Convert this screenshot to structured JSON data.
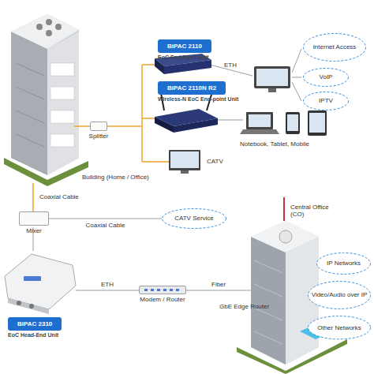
{
  "diagram": {
    "nodes": [
      {
        "text": [
          "BiPAC 2110",
          "EoC End-Point Unit"
        ]
      },
      {
        "text": [
          "Internet Access"
        ]
      },
      {
        "text": [
          "VoIP"
        ]
      },
      {
        "text": [
          "IPTV"
        ]
      },
      {
        "text": [
          "BiPAC 2110N R2",
          "Wireless-N EoC End-point Unit"
        ]
      },
      {
        "text": [
          "Splitter"
        ]
      },
      {
        "text": [
          "Mixer"
        ]
      },
      {
        "text": [
          "CATV Service"
        ]
      },
      {
        "text": [
          "BiPAC 2310",
          "EoC Head-End Unit"
        ]
      },
      {
        "text": [
          "Modem / Router"
        ]
      },
      {
        "text": [
          "IP Networks"
        ]
      },
      {
        "text": [
          "Video/Audio over IP"
        ]
      },
      {
        "text": [
          "Other Networks"
        ]
      }
    ],
    "edges": [
      {
        "from": 6,
        "to": 7,
        "arrow": "none",
        "label": "Coaxial Cable"
      }
    ],
    "labels": [
      "ETH",
      "Notebook, Tablet, Mobile",
      "CATV",
      "Building (Home / Office)",
      "Coaxial Cable",
      "ETH",
      "Fiber",
      "GbE Edge Router",
      "Central Office (CO)"
    ]
  }
}
